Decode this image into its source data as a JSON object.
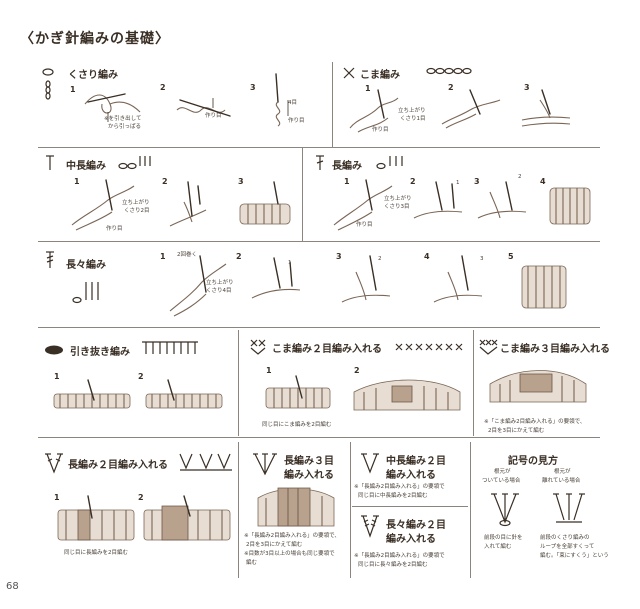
{
  "page_title": "〈かぎ針編みの基礎〉",
  "page_number": "68",
  "chain": {
    "title": "くさり編み",
    "steps": [
      "1",
      "2",
      "3"
    ],
    "notes": [
      "※を引き出して",
      "から引っぱる",
      "作り目",
      "4目",
      "作り目"
    ]
  },
  "single": {
    "title": "こま編み",
    "steps": [
      "1",
      "2",
      "3"
    ],
    "notes": [
      "立ち上がり",
      "くさり1目",
      "作り目"
    ]
  },
  "half_double": {
    "title": "中長編み",
    "steps": [
      "1",
      "2",
      "3"
    ],
    "notes": [
      "立ち上がり",
      "くさり2目",
      "作り目"
    ]
  },
  "double": {
    "title": "長編み",
    "steps": [
      "1",
      "2",
      "3",
      "4"
    ],
    "notes": [
      "立ち上がり",
      "くさり3目",
      "作り目"
    ],
    "marks": [
      "1",
      "2"
    ]
  },
  "treble": {
    "title": "長々編み",
    "steps": [
      "1",
      "2",
      "3",
      "4",
      "5"
    ],
    "notes": [
      "2回巻く",
      "立ち上がり",
      "くさり4目"
    ],
    "marks": [
      "1",
      "2",
      "3"
    ]
  },
  "slip": {
    "title": "引き抜き編み",
    "steps": [
      "1",
      "2"
    ]
  },
  "sc2inc": {
    "title": "こま編み２目編み入れる",
    "steps": [
      "1",
      "2"
    ],
    "caption": "同じ目にこま編みを2目編む"
  },
  "sc3inc": {
    "title": "こま編み３目編み入れる",
    "notes": [
      "※「こま編み2目編み入れる」の要領で、",
      "2目を3目にかえて編む"
    ]
  },
  "dc2inc": {
    "title": "長編み２目編み入れる",
    "steps": [
      "1",
      "2"
    ],
    "caption": "同じ目に長編みを2目編む"
  },
  "dc3inc": {
    "title_lines": [
      "長編み３目",
      "編み入れる"
    ],
    "notes": [
      "※「長編み2目編み入れる」の要領で、",
      "2目を3目にかえて編む",
      "※目数が3目以上の場合も同じ要領で",
      "編む"
    ]
  },
  "hdc2inc": {
    "title_lines": [
      "中長編み２目",
      "編み入れる"
    ],
    "notes": [
      "※「長編み2目編み入れる」の要領で",
      "同じ目に中長編みを2目編む"
    ]
  },
  "tr2inc": {
    "title_lines": [
      "長々編み２目",
      "編み入れる"
    ],
    "notes": [
      "※「長編み2目編み入れる」の要領で",
      "同じ目に長々編みを2目編む"
    ]
  },
  "symbols": {
    "title": "記号の見方",
    "joined_label": [
      "根元が",
      "ついている場合"
    ],
    "separate_label": [
      "根元が",
      "離れている場合"
    ],
    "joined_note": [
      "前段の目に針を",
      "入れて編む"
    ],
    "separate_note": [
      "前段のくさり編みの",
      "ループを全部すくって",
      "編む。「束にすくう」という"
    ]
  }
}
